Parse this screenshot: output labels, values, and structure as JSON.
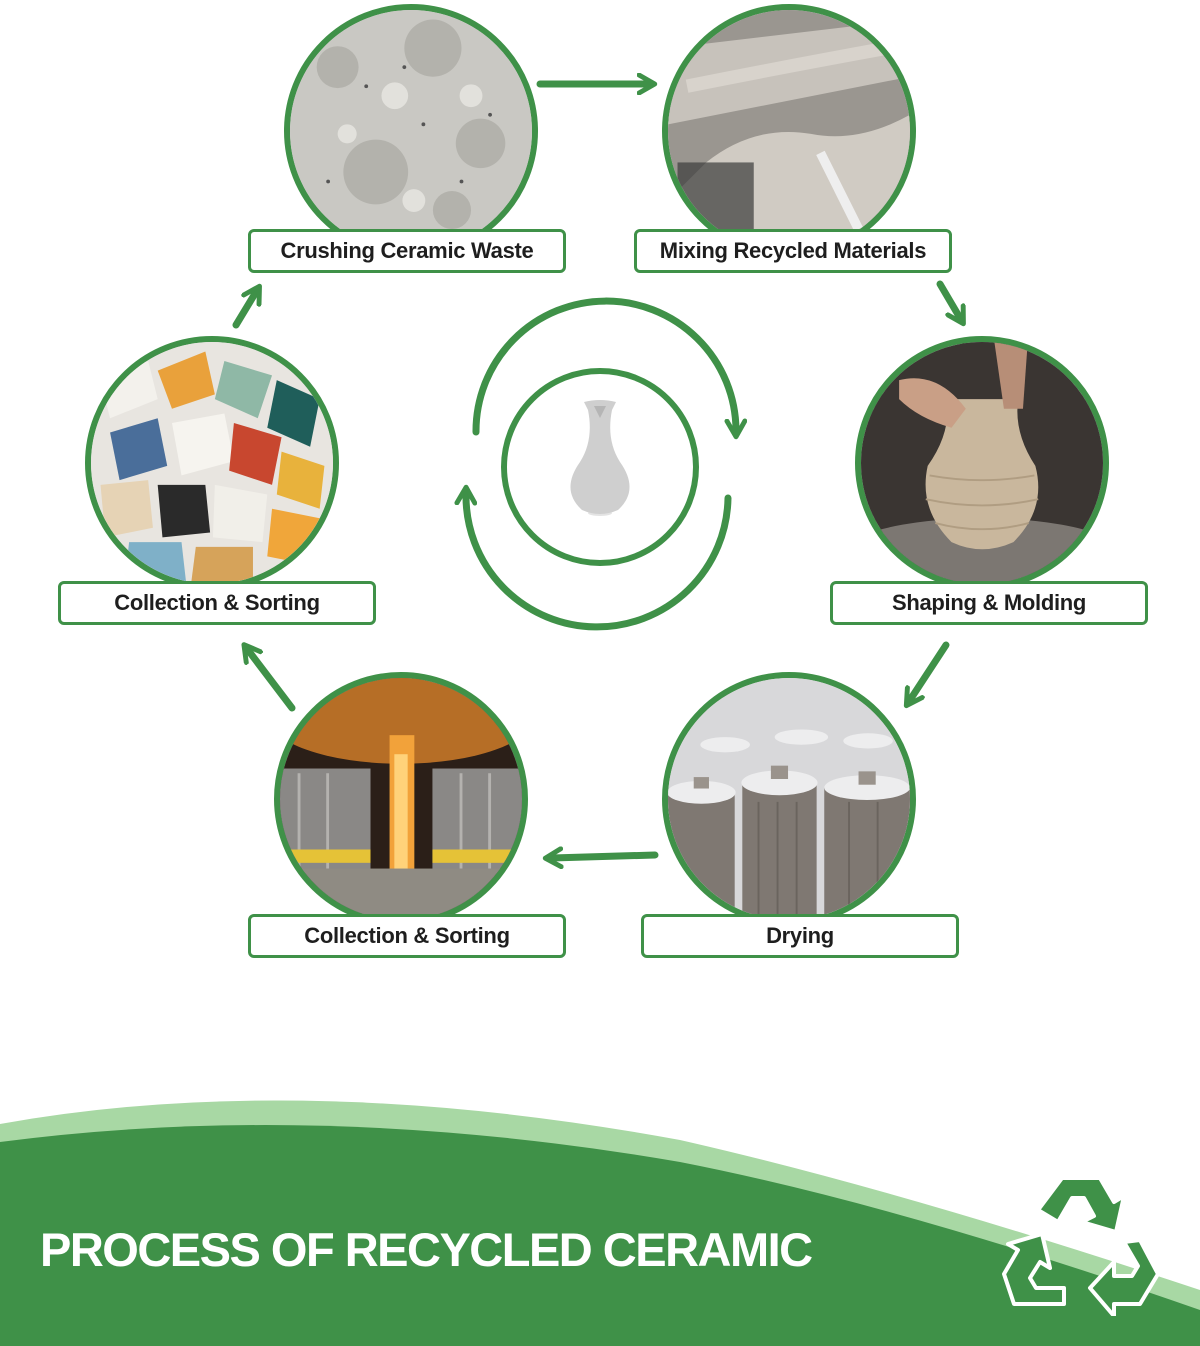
{
  "colors": {
    "accent": "#3f9148",
    "light_green": "#a8d8a4",
    "text": "#1e1e1e",
    "white": "#ffffff"
  },
  "steps": [
    {
      "label": "Crushing Ceramic Waste",
      "image": "crushed-ceramic-powder"
    },
    {
      "label": "Mixing Recycled Materials",
      "image": "mixing-slurry"
    },
    {
      "label": "Shaping & Molding",
      "image": "pottery-wheel-vase"
    },
    {
      "label": "Drying",
      "image": "drying-ceramic-jars"
    },
    {
      "label": "Collection & Sorting",
      "image": "kiln-firing"
    },
    {
      "label": "Collection & Sorting",
      "image": "ceramic-shards"
    }
  ],
  "center": {
    "icon": "recycle-cycle-icon",
    "image": "white-vase"
  },
  "footer": {
    "title": "PROCESS OF RECYCLED CERAMIC",
    "icon": "recycle-icon"
  }
}
